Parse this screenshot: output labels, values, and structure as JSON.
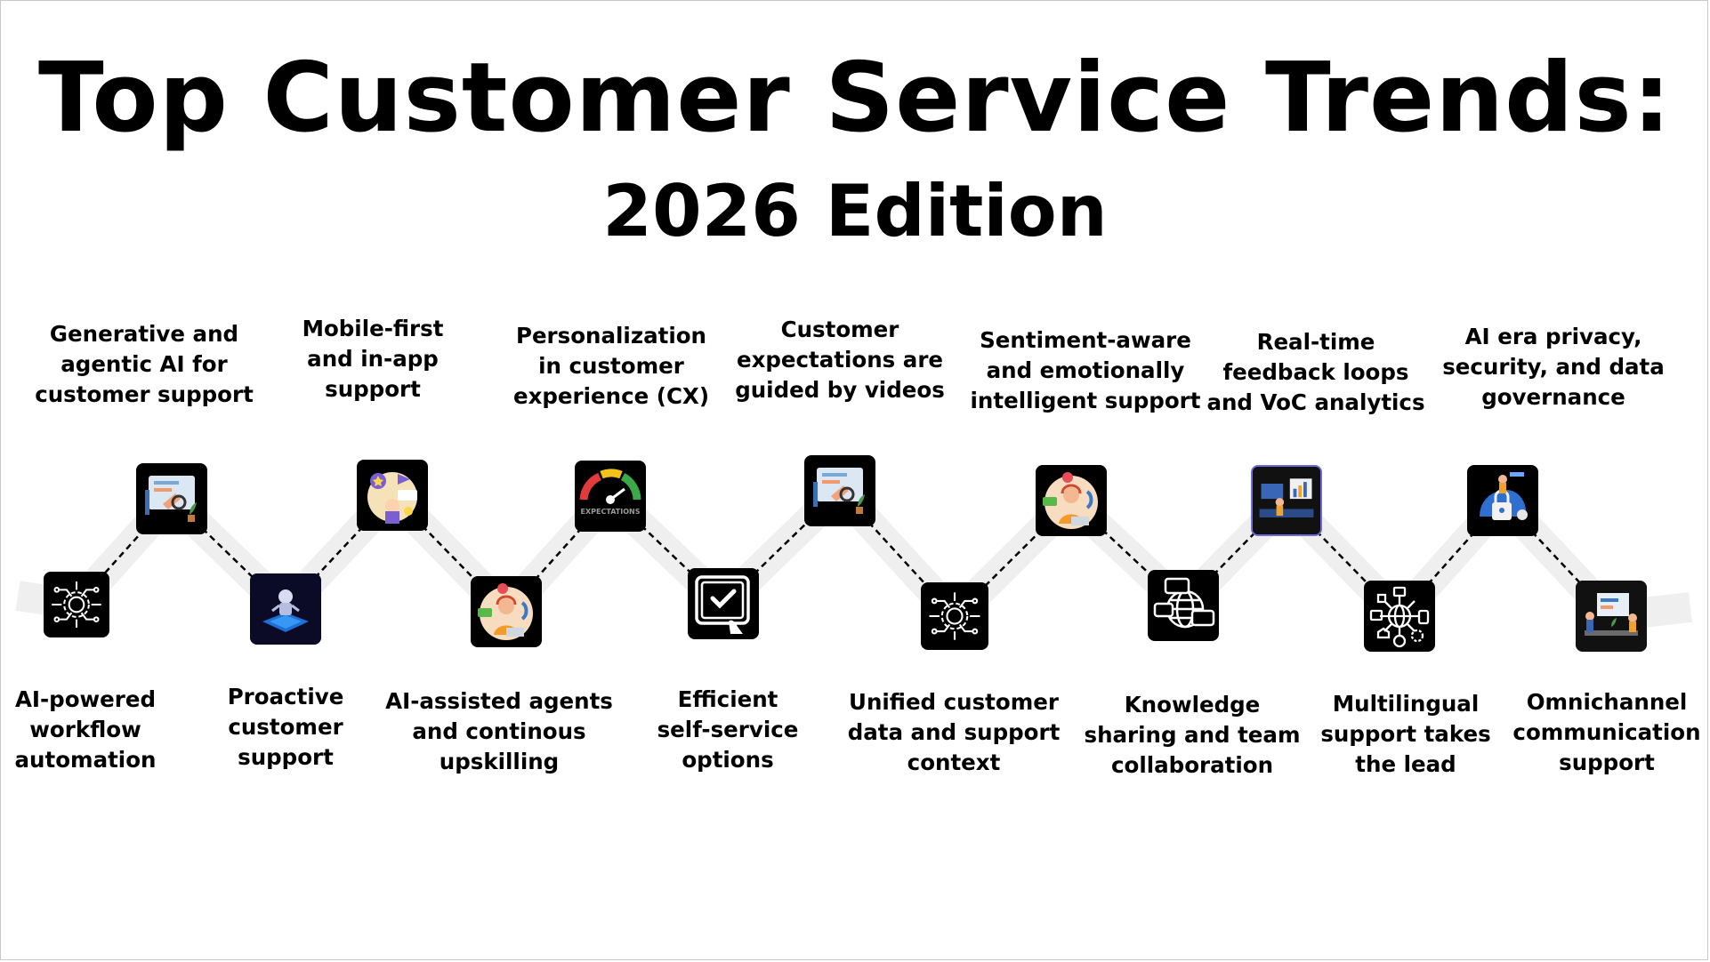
{
  "title": "Top Customer Service Trends:",
  "subtitle": "2026 Edition",
  "icons": {
    "automation": "gear-circuit-icon",
    "generative_ai": "ai-assistant-illustration-icon",
    "proactive": "robot-laptop-icon",
    "mobile": "mobile-app-illustration-icon",
    "agents": "support-agent-headset-icon",
    "personalization": "expectations-gauge-icon",
    "self_service": "checkmark-tablet-icon",
    "videos": "video-guide-illustration-icon",
    "unified_data": "gear-circuit-icon",
    "sentiment": "support-agent-headset-icon",
    "knowledge": "globe-chat-icon",
    "feedback": "feedback-analytics-illustration-icon",
    "multilingual": "globe-network-icon",
    "privacy": "security-lock-illustration-icon",
    "omnichannel": "team-communication-illustration-icon"
  },
  "gauge_text": "EXPECTATIONS",
  "colors": {
    "node_bg": "#000000",
    "band": "#efefef",
    "connector": "#000000"
  },
  "trends": [
    {
      "label": "AI-powered\nworkflow\nautomation"
    },
    {
      "label": "Generative and\nagentic AI for\ncustomer support"
    },
    {
      "label": "Proactive\ncustomer\nsupport"
    },
    {
      "label": "Mobile-first\nand in-app\nsupport"
    },
    {
      "label": "AI-assisted agents\nand continous\nupskilling"
    },
    {
      "label": "Personalization\nin customer\nexperience (CX)"
    },
    {
      "label": "Efficient\nself-service\noptions"
    },
    {
      "label": "Customer\nexpectations are\nguided by videos"
    },
    {
      "label": "Unified customer\ndata and support\ncontext"
    },
    {
      "label": "Sentiment-aware\nand emotionally\nintelligent support"
    },
    {
      "label": "Knowledge\nsharing and team\ncollaboration"
    },
    {
      "label": "Real-time\nfeedback loops\nand VoC analytics"
    },
    {
      "label": "Multilingual\nsupport takes\nthe lead"
    },
    {
      "label": "AI era privacy,\nsecurity, and data\ngovernance"
    },
    {
      "label": "Omnichannel\ncommunication\nsupport"
    }
  ]
}
